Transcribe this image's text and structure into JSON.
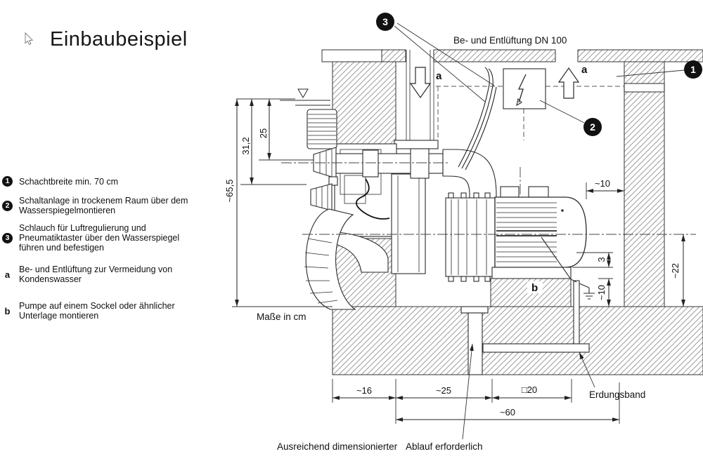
{
  "title": "Einbaubeispiel",
  "legend": {
    "items": [
      {
        "marker": "1",
        "text": "Schachtbreite min. 70 cm"
      },
      {
        "marker": "2",
        "text": "Schaltanlage in trockenem Raum über dem Wasserspiegelmontieren"
      },
      {
        "marker": "3",
        "text": "Schlauch für Luftregulierung und Pneumatiktaster über den Wasserspiegel führen und befestigen"
      },
      {
        "marker": "a",
        "text": "Be- und Entlüftung zur Vermeidung von Kondenswasser"
      },
      {
        "marker": "b",
        "text": "Pumpe auf einem Sockel oder ähnlicher Unterlage montieren"
      }
    ]
  },
  "diagram": {
    "vent_label": "Be- und Entlüftung DN 100",
    "units_note": "Maße in cm",
    "ground_strap_label": "Erdungsband",
    "drain_note_line1": "Ausreichend dimensionierter",
    "drain_note_line2": "Ablauf erforderlich",
    "markers": {
      "m1": "1",
      "m2": "2",
      "m3": "3",
      "a_left": "a",
      "a_right": "a",
      "b": "b"
    },
    "dimensions": {
      "pool_depth_total": "~65,5",
      "nozzle_depth_outer": "31,2",
      "nozzle_depth_inner": "25",
      "motor_to_wall": "~10",
      "base_clearance": "3",
      "plinth_height": "~10",
      "axis_to_floor": "~22",
      "wall_thickness": "~16",
      "wall_to_plinth": "~25",
      "plinth_width": "□20",
      "chamber_width": "~60"
    }
  },
  "colors": {
    "ink": "#111111",
    "line": "#2a2a2a",
    "hatch": "#8f8f8f",
    "background": "#ffffff"
  }
}
